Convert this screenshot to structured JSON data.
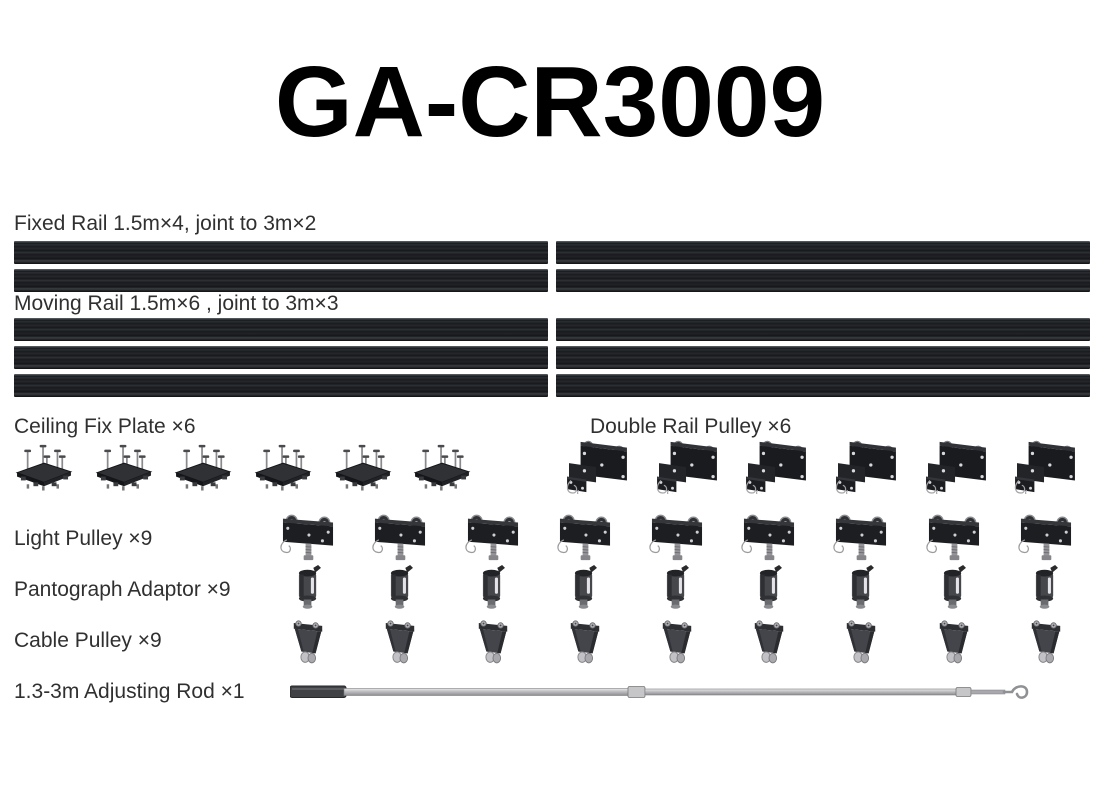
{
  "title": "GA-CR3009",
  "sections": {
    "fixed_rail": {
      "label": "Fixed Rail 1.5m×4, joint to 3m×2",
      "rows": 2,
      "segments_per_row": 2
    },
    "moving_rail": {
      "label": "Moving Rail 1.5m×6 , joint to 3m×3",
      "rows": 3,
      "segments_per_row": 2
    },
    "ceiling_fix_plate": {
      "label": "Ceiling Fix Plate ×6",
      "count": 6
    },
    "double_rail_pulley": {
      "label": "Double Rail Pulley ×6",
      "count": 6
    },
    "light_pulley": {
      "label": "Light Pulley ×9",
      "count": 9
    },
    "pantograph_adaptor": {
      "label": "Pantograph Adaptor ×9",
      "count": 9
    },
    "cable_pulley": {
      "label": "Cable Pulley ×9",
      "count": 9
    },
    "adjusting_rod": {
      "label": "1.3-3m Adjusting Rod ×1",
      "count": 1
    }
  },
  "colors": {
    "background": "#ffffff",
    "title_text": "#000000",
    "label_text": "#303030",
    "rail_dark": "#1b1d20",
    "hardware_dark": "#1c1d20",
    "rod_gray": "#b8b8bc"
  }
}
